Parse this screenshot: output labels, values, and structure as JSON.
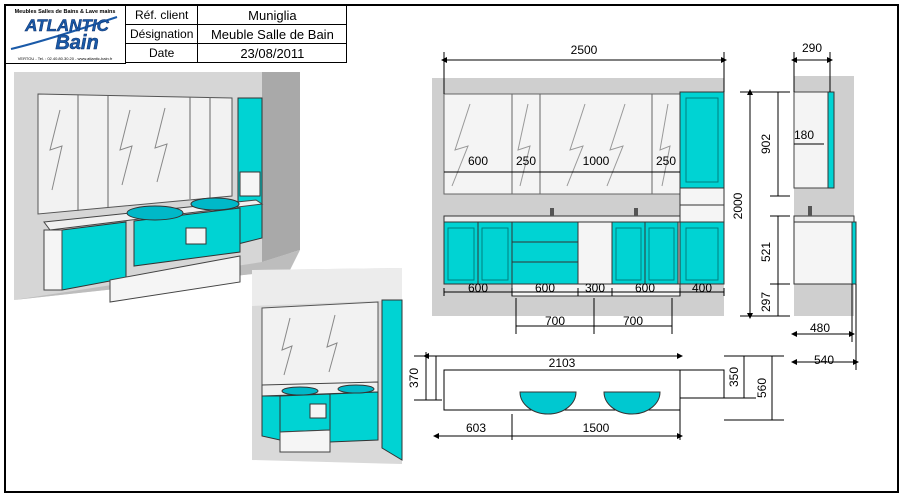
{
  "title_block": {
    "logo": {
      "tagline": "Meubles Salles de Bains & Lave mains",
      "brand_top": "ATLANTIC",
      "brand_bottom": "Bain",
      "footer": "VERTOU - Tel. : 02.40.80.30.20 - www.atlantic-bain.fr"
    },
    "rows": [
      {
        "label": "Réf. client",
        "value": "Muniglia"
      },
      {
        "label": "Désignation",
        "value": "Meuble Salle de Bain"
      },
      {
        "label": "Date",
        "value": "23/08/2011"
      }
    ]
  },
  "dimensions": {
    "front": {
      "total_width": "2500",
      "mirrors": [
        "600",
        "250",
        "1000",
        "250"
      ],
      "height_total": "2000",
      "mirror_height": "902",
      "vanity_height": "521",
      "plinth_height": "297",
      "units": [
        "600",
        "600",
        "300",
        "600",
        "400"
      ],
      "basin_spacing": [
        "700",
        "700"
      ]
    },
    "side": {
      "column_depth": "290",
      "mirror_depth": "180",
      "vanity_depth": "480",
      "top_depth": "540"
    },
    "top": {
      "top_length": "2103",
      "left_depth": "370",
      "right_depth": "350",
      "overall_depth": "560",
      "offset": "603",
      "basin_length": "1500"
    }
  },
  "colors": {
    "accent": "#00d3d3",
    "accent_dark": "#00a6a6",
    "wall": "#cfcfcf",
    "line": "#000000"
  }
}
